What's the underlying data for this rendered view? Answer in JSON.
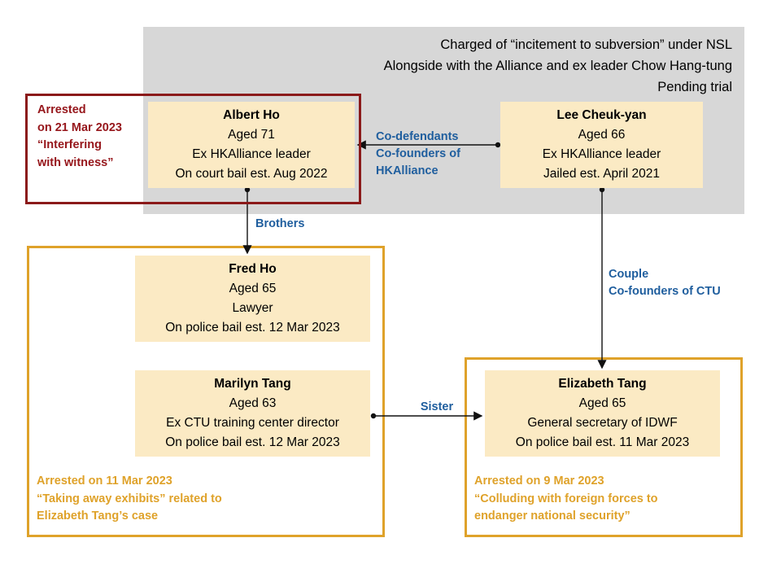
{
  "diagram": {
    "title_block": {
      "lines": [
        "Charged of “incitement to subversion” under NSL",
        "Alongside with the Alliance and ex leader Chow Hang-tung",
        "Pending trial"
      ],
      "background_color": "#d7d7d7"
    },
    "groups": [
      {
        "id": "red-group",
        "border_color": "#8b1a1a",
        "caption_color": "#96161b",
        "caption_lines": [
          "Arrested",
          "on 21 Mar 2023",
          "“Interfering",
          "with witness”"
        ]
      },
      {
        "id": "orange-group-left",
        "border_color": "#dfa22a",
        "caption_color": "#dfa22a",
        "caption_lines": [
          "Arrested on 11 Mar 2023",
          "“Taking away exhibits” related to",
          "Elizabeth Tang’s case"
        ]
      },
      {
        "id": "orange-group-right",
        "border_color": "#dfa22a",
        "caption_color": "#dfa22a",
        "caption_lines": [
          "Arrested on 9 Mar 2023",
          "“Colluding with foreign forces to",
          "endanger national security”"
        ]
      }
    ],
    "people": {
      "albert": {
        "name": "Albert Ho",
        "age": "Aged 71",
        "role": "Ex HKAlliance leader",
        "status": "On court bail est. Aug 2022"
      },
      "lee": {
        "name": "Lee Cheuk-yan",
        "age": "Aged 66",
        "role": "Ex HKAlliance leader",
        "status": "Jailed est. April 2021"
      },
      "fred": {
        "name": "Fred Ho",
        "age": "Aged 65",
        "role": "Lawyer",
        "status": "On police bail est. 12 Mar 2023"
      },
      "marilyn": {
        "name": "Marilyn Tang",
        "age": "Aged 63",
        "role": "Ex CTU training center director",
        "status": "On police bail est. 12 Mar 2023"
      },
      "elizabeth": {
        "name": "Elizabeth Tang",
        "age": "Aged 65",
        "role": "General secretary of IDWF",
        "status": "On police bail est. 11 Mar 2023"
      }
    },
    "relationships": {
      "codefendants": {
        "line1": "Co-defendants",
        "line2": "Co-founders of",
        "line3": "HKAlliance"
      },
      "brothers": {
        "line1": "Brothers"
      },
      "couple": {
        "line1": "Couple",
        "line2": "Co-founders of CTU"
      },
      "sister": {
        "line1": "Sister"
      }
    },
    "colors": {
      "card_fill": "#fbeac4",
      "panel_gray": "#d7d7d7",
      "red": "#8b1a1a",
      "orange": "#dfa22a",
      "blue_label": "#1f5e9e"
    }
  }
}
